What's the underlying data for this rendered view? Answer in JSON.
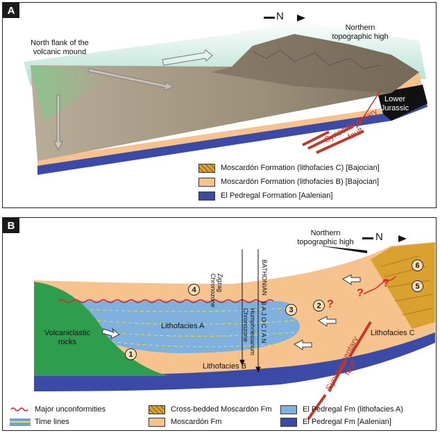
{
  "panel_a": {
    "tag": "A",
    "north_label": "N",
    "labels": {
      "north_flank": [
        "North flank of the",
        "volcanic mound"
      ],
      "northern_high": [
        "Northern",
        "topographic high"
      ],
      "lower_jurassic": [
        "Lower",
        "Jurassic"
      ],
      "fault": [
        "Synsedimentary",
        "fault"
      ]
    },
    "legend": [
      {
        "label": "Moscardón Formation (lithofacies C) [Bajocian]",
        "color": "#d9a12f"
      },
      {
        "label": "Moscardón Formation (lithofacies B) [Bajocian]",
        "color": "#f6c38f"
      },
      {
        "label": "El Pedregal Formation [Aalenian]",
        "color": "#3b4aa6"
      }
    ]
  },
  "panel_b": {
    "tag": "B",
    "north_label": "N",
    "labels": {
      "northern_high": [
        "Northern",
        "topographic high"
      ],
      "volcaniclastic": [
        "Volcaniclastic",
        "rocks"
      ],
      "lithofacies_a": "Lithofacies A",
      "lithofacies_b": "Lithofacies B",
      "lithofacies_c": "Lithofacies C",
      "fault": [
        "Synsedimentary",
        "fault"
      ],
      "zigzag": [
        "Zigzag",
        "Chronozone"
      ],
      "bathonian": "BATHONIAN",
      "humphriesianum": [
        "Humphriesianum",
        "Chronozone"
      ],
      "bajocian": "B A J O C I A N",
      "question_mark": "?"
    },
    "circled_numbers": [
      "1",
      "2",
      "3",
      "4",
      "5",
      "6"
    ],
    "legend": [
      {
        "label": "Major unconformities",
        "color": "#d7262b"
      },
      {
        "label": "Cross-bedded Moscardón Fm",
        "color": "#d9a12f"
      },
      {
        "label": "El Pedregal Fm (lithofacies A)",
        "color": "#7fb0de"
      },
      {
        "label": "Time lines",
        "color": "#6fa3d8"
      },
      {
        "label": "Moscardón Fm",
        "color": "#f6c38f"
      },
      {
        "label": "El Pedregal Fm [Aalenian]",
        "color": "#3b4aa6"
      }
    ]
  }
}
